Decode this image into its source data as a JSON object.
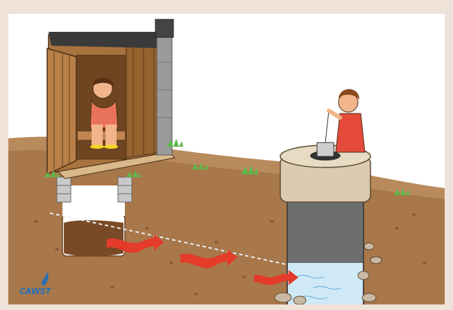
{
  "logo": {
    "text": "CAWST",
    "color": "#2a6fb5"
  },
  "colors": {
    "frame": "#efe2d9",
    "sky": "#ffffff",
    "soil": "#a8774a",
    "soil_dark": "#8a5a34",
    "pit_waste": "#7a4a26",
    "water": "#cfe9f7",
    "arrow": "#e43b2b",
    "concrete": "#dccbb0",
    "well_shaft": "#6d6e70",
    "grass": "#5fb84a",
    "latrine_wood": "#a8733f"
  },
  "illustration": {
    "latrine": "pit-latrine",
    "well": "hand-dug-well",
    "arrows": 3
  }
}
